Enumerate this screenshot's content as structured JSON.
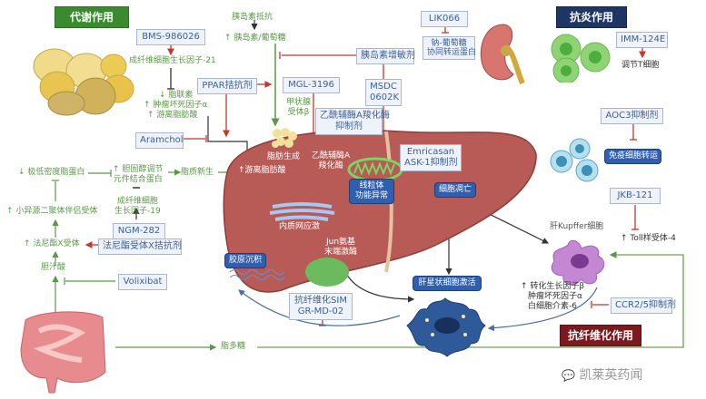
{
  "titles": {
    "metabolic": "代谢作用",
    "anti_inflammatory": "抗炎作用",
    "anti_fibrotic": "抗纤维化作用"
  },
  "colors": {
    "metabolic": "#3a8a2e",
    "anti_inflammatory": "#1f3566",
    "anti_fibrotic": "#7a1a1f",
    "liver": "#b85a55",
    "pathway_green": "#5a9a45",
    "inhibit_red": "#c0392b",
    "drug_box_text": "#3d5f93",
    "blue_box": "#2f5fae"
  },
  "drugs": {
    "bms": "BMS-986026",
    "ppar": "PPAR拮抗剂",
    "aramchol": "Aramchol",
    "mgl": "MGL-3196",
    "insulin_sens": "胰岛素增敏剂",
    "msdc_1": "MSDC",
    "msdc_2": "0602K",
    "acc_1": "乙酰辅酶A羧化酶",
    "acc_2": "抑制剂",
    "lik": "LIK066",
    "sglt_1": "钠-葡萄糖",
    "sglt_2": "协同转运蛋白",
    "imm": "IMM-124E",
    "aoc3": "AOC3抑制剂",
    "emricasan_1": "Emricasan",
    "emricasan_2": "ASK-1抑制剂",
    "jkb": "JKB-121",
    "ngm": "NGM-282",
    "fxr_agonist": "法尼酯受体X拮抗剂",
    "volixibat": "Volixibat",
    "sim_1": "抗纤维化SIM",
    "sim_2": "GR-MD-02",
    "ccr": "CCR2/5抑制剂"
  },
  "labels": {
    "fgf21": "成纤维细胞生长因子-21",
    "adiponectin": "脂联素",
    "tnfa": "肿瘤坏死因子α",
    "ffa": "游离脂肪酸",
    "insulin_resist": "胰岛素抵抗",
    "insulin_glucose": "胰岛素/葡萄糖",
    "thyroid_1": "甲状腺",
    "thyroid_2": "受体β",
    "t_cell": "调节T细胞",
    "vldl": "极低密度脂蛋白",
    "srebp_1": "胆固醇调节",
    "srebp_2": "元件结合蛋白",
    "lipogenesis": "脂质新生",
    "fgf19_1": "成纤维细胞",
    "fgf19_2": "生长因子-19",
    "shp": "小异源二聚体伴侣受体",
    "fxr": "法尼酯X受体",
    "bile_acid": "胆汁酸",
    "lps": "脂多糖",
    "lipid_gen": "脂肪生成",
    "liver_ffa": "游离脂肪酸",
    "acc_enzyme_1": "乙酰辅酶A",
    "acc_enzyme_2": "羧化酶",
    "er_stress": "内质网应激",
    "jnk_1": "Jun氨基",
    "jnk_2": "末端激酶",
    "mito_1": "线粒体",
    "mito_2": "功能异常",
    "apoptosis": "细胞凋亡",
    "immune_transport": "免疫细胞转运",
    "kupffer": "肝Kupffer细胞",
    "tlr4": "Toll样受体-4",
    "collagen": "胶原沉积",
    "hsc_activation": "肝星状细胞激活",
    "cytokines": [
      "转化生长因子β",
      "肿瘤坏死因子α",
      "白细胞介素-6"
    ]
  },
  "watermark": "凯莱英药闻"
}
